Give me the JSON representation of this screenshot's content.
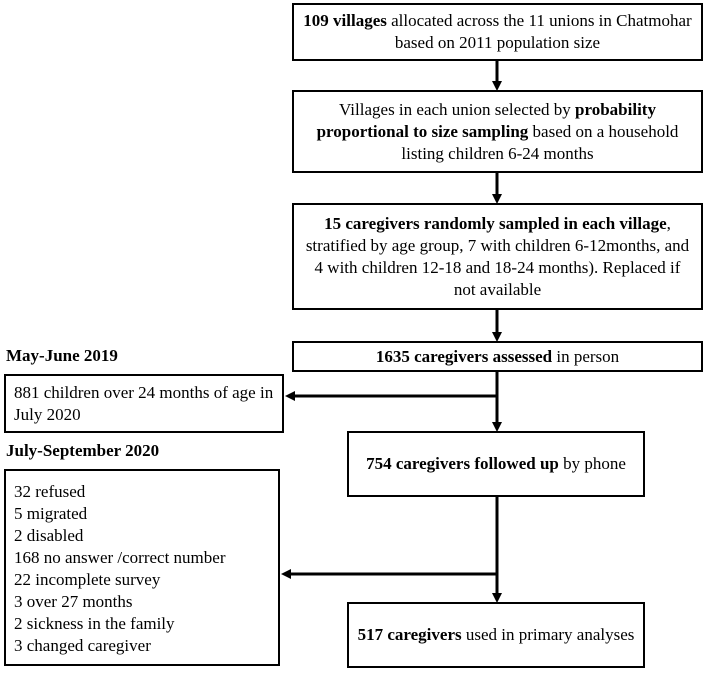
{
  "phases": {
    "phase1": "May-June 2019",
    "phase2": "July-September 2020"
  },
  "boxes": {
    "villages": {
      "bold": "109 villages",
      "text": " allocated across the 11 unions in Chatmohar based on 2011 population size"
    },
    "selection": {
      "pre": "Villages in each union selected by ",
      "bold": "probability proportional to size sampling",
      "post": " based on a household listing children 6-24 months"
    },
    "sampling": {
      "bold": "15 caregivers randomly sampled in each village",
      "text": ", stratified by age group, 7 with children 6-12months, and 4 with children 12-18 and 18-24 months). Replaced if not available"
    },
    "assessed": {
      "bold": "1635 caregivers assessed",
      "text": " in person"
    },
    "exclusion1": {
      "text": "881 children over 24 months of age in July 2020"
    },
    "followed": {
      "bold": "754 caregivers followed up",
      "text": " by phone"
    },
    "exclusion2": {
      "items": [
        "32 refused",
        "5 migrated",
        "2 disabled",
        "168 no answer /correct number",
        "22 incomplete survey",
        "3 over 27 months",
        "2 sickness in the family",
        "3 changed caregiver"
      ]
    },
    "final": {
      "bold": "517 caregivers",
      "text": " used in primary analyses"
    }
  }
}
